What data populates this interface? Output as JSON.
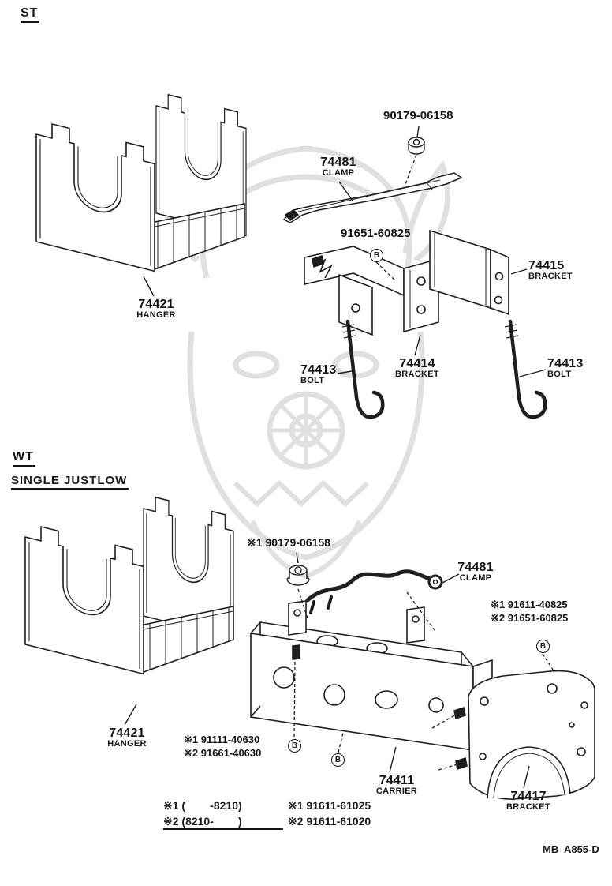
{
  "page": {
    "footer": "MB  A855-D"
  },
  "sections": {
    "st": {
      "heading": "ST",
      "fastener_symbol": "B",
      "labels": {
        "nut": "90179-06158",
        "clamp_num": "74481",
        "clamp_name": "CLAMP",
        "screw": "91651-60825",
        "bracket415_num": "74415",
        "bracket415_name": "BRACKET",
        "hanger_num": "74421",
        "hanger_name": "HANGER",
        "bracket414_num": "74414",
        "bracket414_name": "BRACKET",
        "bolt_left_num": "74413",
        "bolt_left_name": "BOLT",
        "bolt_right_num": "74413",
        "bolt_right_name": "BOLT"
      }
    },
    "wt": {
      "heading": "WT",
      "subheading": "SINGLE  JUSTLOW",
      "fastener_symbol": "B",
      "labels": {
        "nut": "※1 90179-06158",
        "clamp_num": "74481",
        "clamp_name": "CLAMP",
        "screw_line1": "※1 91611-40825",
        "screw_line2": "※2 91651-60825",
        "hanger_num": "74421",
        "hanger_name": "HANGER",
        "bolt_line1": "※1 91111-40630",
        "bolt_line2": "※2 91661-40630",
        "carrier_num": "74411",
        "carrier_name": "CARRIER",
        "bracket417_num": "74417",
        "bracket417_name": "BRACKET"
      },
      "notes": {
        "row1_range": "※1 (        -8210)",
        "row1_part": "※1 91611-61025",
        "row2_range": "※2 (8210-        )",
        "row2_part": "※2 91611-61020"
      }
    }
  }
}
